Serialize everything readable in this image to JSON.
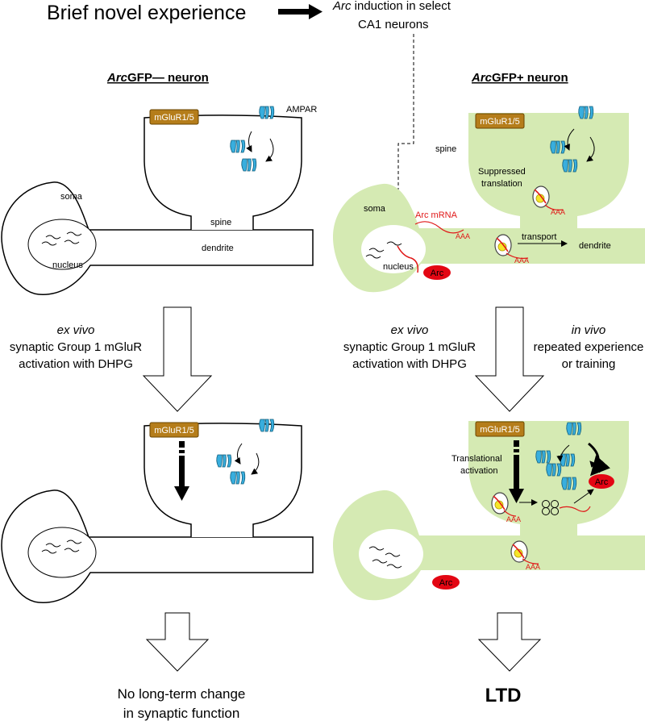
{
  "header": {
    "title": "Brief novel experience",
    "induction_italic": "Arc",
    "induction_rest": " induction in select",
    "induction_line2": "CA1 neurons"
  },
  "left_panel": {
    "title_italic": "Arc",
    "title_rest": "GFP—  neuron",
    "labels": {
      "receptor": "mGluR1/5",
      "ampar": "AMPAR",
      "soma": "soma",
      "spine": "spine",
      "dendrite": "dendrite",
      "nucleus": "nucleus"
    },
    "treatment": {
      "line1": "ex vivo",
      "line2": "synaptic Group 1 mGluR",
      "line3": "activation with DHPG"
    },
    "outcome": {
      "line1": "No long-term change",
      "line2": "in synaptic function"
    },
    "bottom_receptor": "mGluR1/5"
  },
  "right_panel": {
    "title_italic": "Arc",
    "title_rest": "GFP+ neuron",
    "labels": {
      "receptor": "mGluR1/5",
      "spine": "spine",
      "suppressed_line1": "Suppressed",
      "suppressed_line2": "translation",
      "soma": "soma",
      "arc_mrna": "Arc mRNA",
      "aaa": "AAA",
      "transport": "transport",
      "dendrite": "dendrite",
      "nucleus": "nucleus",
      "arc_protein": "Arc"
    },
    "treatment_exvivo": {
      "line1": "ex vivo",
      "line2": "synaptic Group 1 mGluR",
      "line3": "activation with DHPG"
    },
    "treatment_invivo": {
      "line1": "in vivo",
      "line2": "repeated experience",
      "line3": "or training"
    },
    "bottom_receptor": "mGluR1/5",
    "translational_line1": "Translational",
    "translational_line2": "activation",
    "outcome": "LTD"
  },
  "colors": {
    "neuron_fill": "#d5eab3",
    "receptor_fill": "#b57d1a",
    "ampar_fill": "#38aede",
    "arc_fill": "#e30613",
    "mrna": "#e01818"
  }
}
